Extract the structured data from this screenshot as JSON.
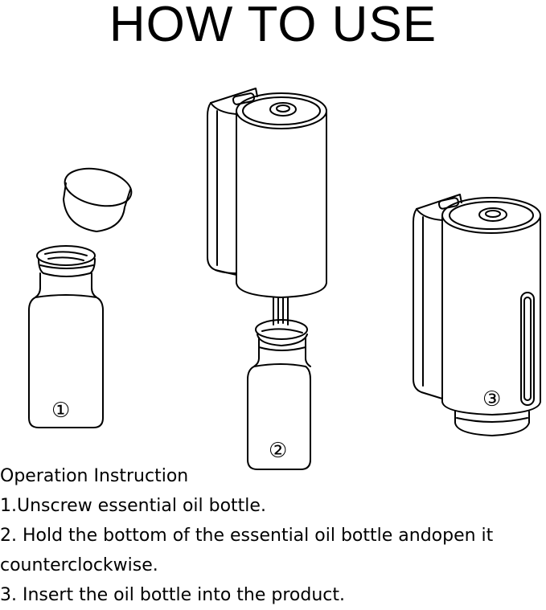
{
  "title": "HOW TO USE",
  "steps": [
    {
      "number": "1",
      "label": "①"
    },
    {
      "number": "2",
      "label": "②"
    },
    {
      "number": "3",
      "label": "③"
    }
  ],
  "instructions": {
    "heading": "Operation Instruction",
    "lines": [
      "1.Unscrew essential oil bottle.",
      "2. Hold the bottom of the essential oil bottle andopen it",
      "counterclockwise.",
      "3. Insert the oil bottle into the product."
    ]
  },
  "colors": {
    "ink": "#000000",
    "background": "#ffffff"
  }
}
